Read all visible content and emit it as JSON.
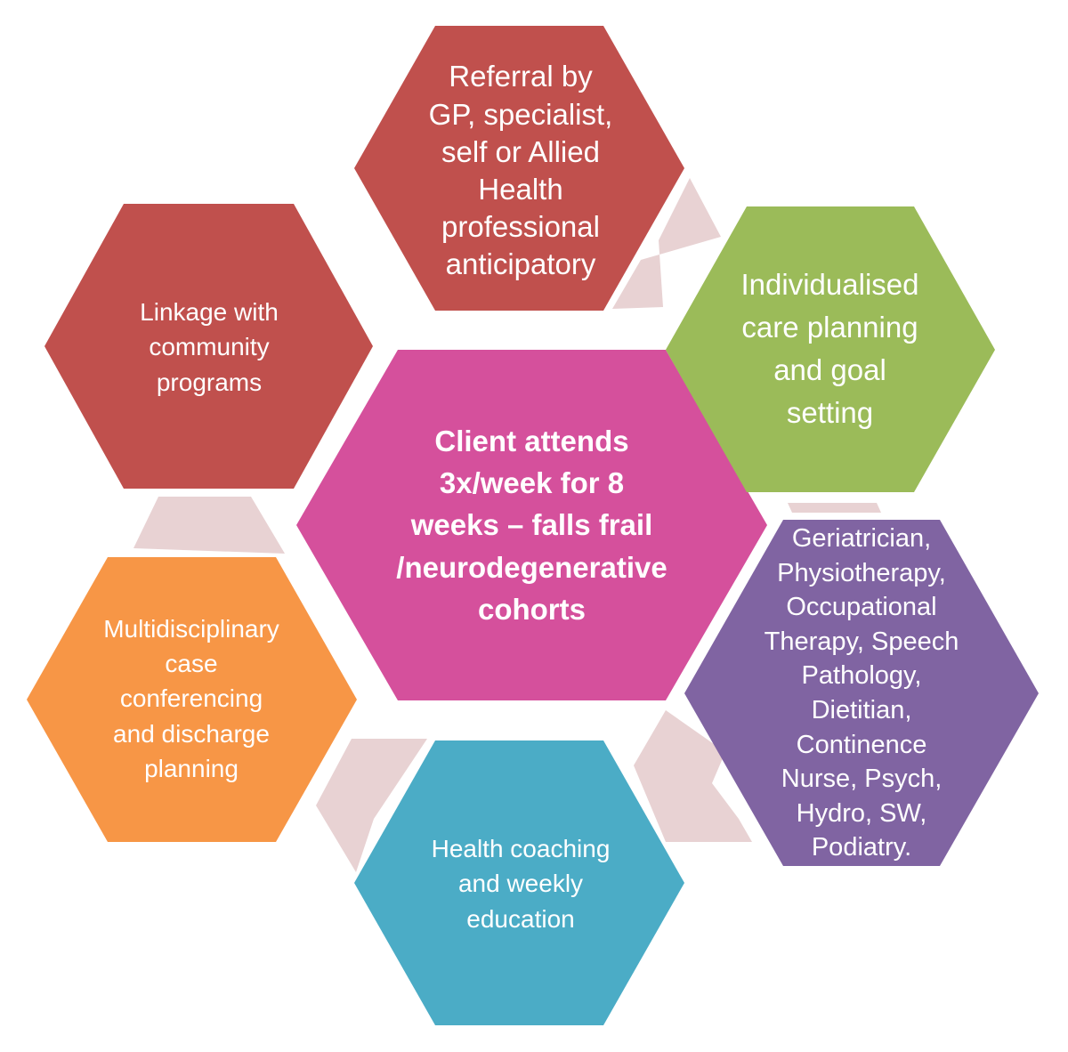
{
  "diagram": {
    "center": {
      "label": "Client attends\n3x/week for 8\nweeks – falls frail\n/neurodegenerative\ncohorts",
      "color": "#d5509c"
    },
    "nodes": [
      {
        "id": "referral",
        "label": "Referral  by\nGP, specialist,\nself or Allied\nHealth\nprofessional\nanticipatory",
        "color": "#c0504d"
      },
      {
        "id": "care-planning",
        "label": "Individualised\ncare planning\nand goal\nsetting",
        "color": "#9bbb59"
      },
      {
        "id": "disciplines",
        "label": "Geriatrician,\nPhysiotherapy,\nOccupational\nTherapy, Speech\nPathology,\nDietitian,\nContinence\nNurse, Psych,\nHydro, SW,\nPodiatry.",
        "color": "#8064a2"
      },
      {
        "id": "health-coaching",
        "label": "Health coaching\nand weekly\neducation",
        "color": "#4bacc6"
      },
      {
        "id": "case-conferencing",
        "label": "Multidisciplinary\ncase\nconferencing\nand discharge\nplanning",
        "color": "#f79646"
      },
      {
        "id": "community-linkage",
        "label": "Linkage with\ncommunity\nprograms",
        "color": "#c0504d"
      }
    ],
    "connector_color": "#e8d2d3"
  }
}
